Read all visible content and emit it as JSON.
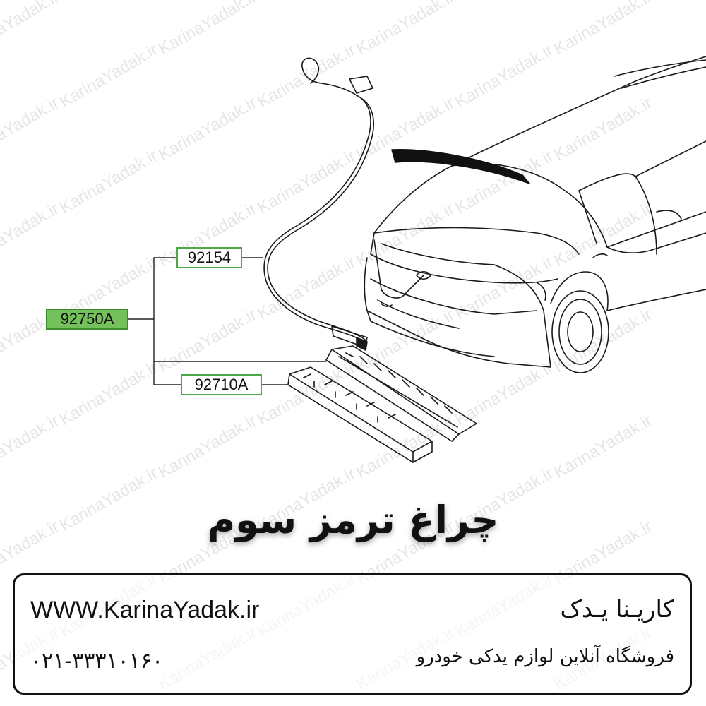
{
  "watermark": {
    "text": "KarinaYadak.ir"
  },
  "diagram": {
    "parts": [
      {
        "id": "92154",
        "label": "92154",
        "highlighted": false
      },
      {
        "id": "92750A",
        "label": "92750A",
        "highlighted": true
      },
      {
        "id": "92710A",
        "label": "92710A",
        "highlighted": false
      }
    ],
    "highlight_color": "#74c05a",
    "box_border_color": "#4aa84a"
  },
  "title": "چراغ ترمز سوم",
  "footer": {
    "website": "WWW.KarinaYadak.ir",
    "phone": "۰۲۱-۳۳۳۱۰۱۶۰",
    "brand": "کاریـنا یـدک",
    "tagline": "فروشگاه آنلاین لوازم یدکی خودرو"
  }
}
